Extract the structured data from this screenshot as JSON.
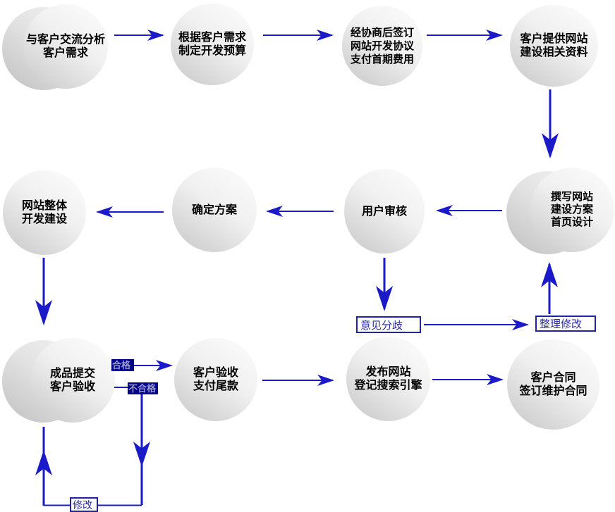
{
  "diagram": {
    "type": "flowchart",
    "topic": "website development process"
  },
  "nodes": [
    {
      "id": "analyze-needs",
      "lines": [
        "与客户交流分析",
        "客户需求"
      ]
    },
    {
      "id": "budget",
      "lines": [
        "根据客户需求",
        "制定开发预算"
      ]
    },
    {
      "id": "agreement",
      "lines": [
        "经协商后签订",
        "网站开发协议",
        "支付首期费用"
      ]
    },
    {
      "id": "materials",
      "lines": [
        "客户提供网站",
        "建设相关资料"
      ]
    },
    {
      "id": "proposal",
      "lines": [
        "撰写网站",
        "建设方案",
        "首页设计"
      ]
    },
    {
      "id": "user-review",
      "lines": [
        "用户审核"
      ]
    },
    {
      "id": "confirm-plan",
      "lines": [
        "确定方案"
      ]
    },
    {
      "id": "develop",
      "lines": [
        "网站整体",
        "开发建设"
      ]
    },
    {
      "id": "delivery",
      "lines": [
        "成品提交",
        "客户验收"
      ]
    },
    {
      "id": "final-payment",
      "lines": [
        "客户验收",
        "支付尾款"
      ]
    },
    {
      "id": "publish",
      "lines": [
        "发布网站",
        "登记搜索引擎"
      ]
    },
    {
      "id": "maintain-contract",
      "lines": [
        "客户合同",
        "签订维护合同"
      ]
    }
  ],
  "labels": {
    "disagreement": "意见分歧",
    "revise": "整理修改",
    "qualified": "合格",
    "unqualified": "不合格",
    "modify": "修改"
  },
  "colors": {
    "arrow": "#1a1ac8",
    "label_box_border": "#2222a4",
    "label_box_text": "#2b2bac",
    "highlight_bg": "#00008b",
    "highlight_text": "#9a9ace",
    "node_text": "#000000",
    "circle_light": "#fdfdfd",
    "circle_dark": "#c7c7c7"
  }
}
